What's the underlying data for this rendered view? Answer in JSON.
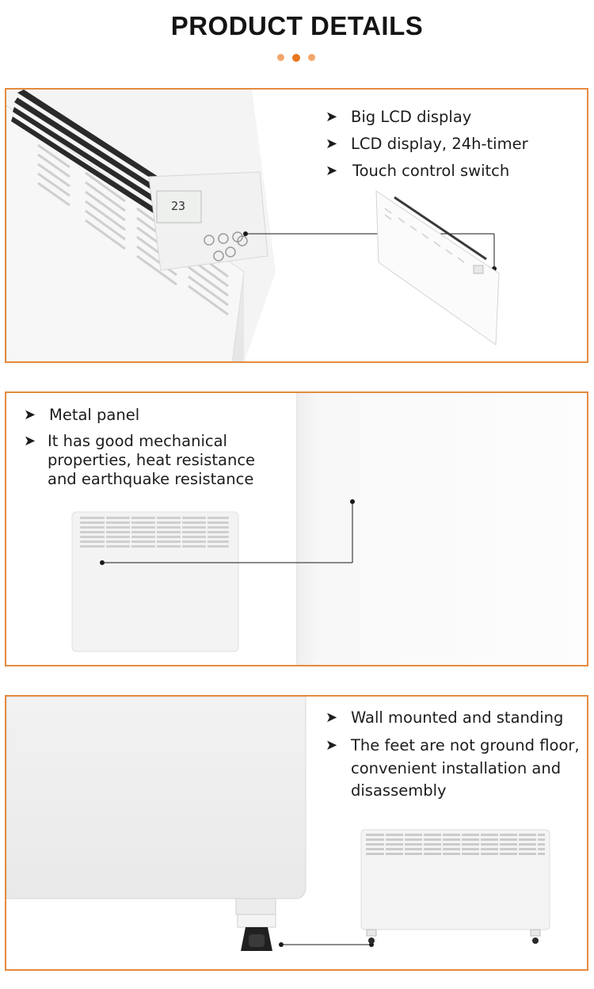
{
  "header": {
    "title": "PRODUCT DETAILS"
  },
  "panel1": {
    "bullets": [
      "Big LCD display",
      "LCD display, 24h-timer",
      "Touch control switch"
    ],
    "lcd_reading": "23"
  },
  "panel2": {
    "bullets": [
      "Metal panel",
      "It has good mechanical properties, heat resistance and earthquake resistance"
    ],
    "bullet2_lines": [
      "It has good mechanical",
      "properties, heat resistance",
      "and earthquake resistance"
    ]
  },
  "panel3": {
    "bullets": [
      "Wall mounted and standing",
      "The feet are not ground floor, convenient installation and disassembly"
    ],
    "bullet2_lines": [
      "The feet are not ground floor,",
      "convenient installation and",
      "disassembly"
    ]
  },
  "colors": {
    "accent": "#e58b3f",
    "dot_light": "#f2a66d",
    "dot_dark": "#e8761d"
  },
  "bullet_marker": "➤"
}
